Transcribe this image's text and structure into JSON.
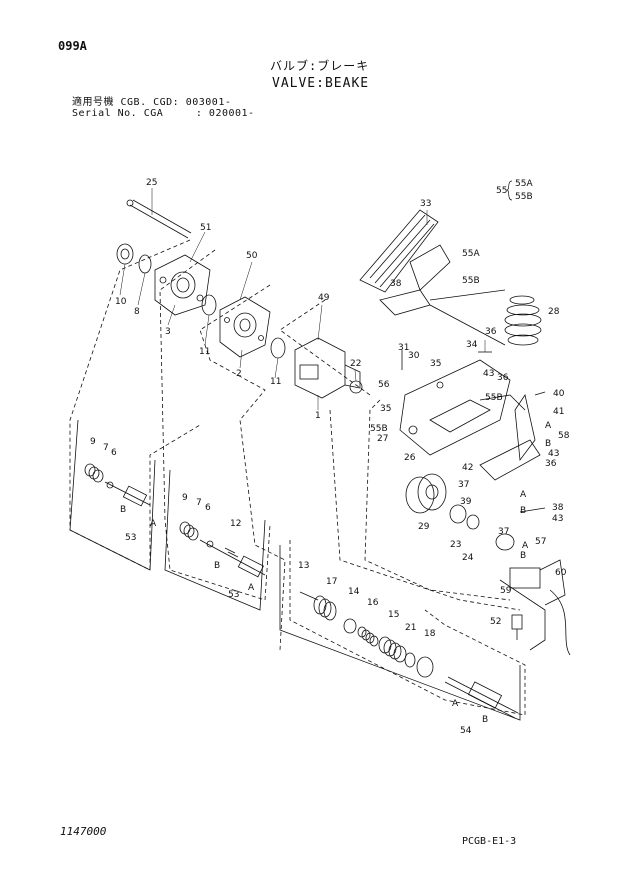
{
  "header": {
    "page_code": "099A",
    "title_jp": "バルブ:ブレーキ",
    "title_en": "VALVE:BEAKE",
    "serial_line1": "適用号機 CGB. CGD: 003001-",
    "serial_line2": "Serial No. CGA     : 020001-"
  },
  "footer": {
    "left_code": "1147000",
    "right_code": "PCGB-E1-3"
  },
  "legend": {
    "group": "55",
    "items": [
      "55A",
      "55B"
    ]
  },
  "callouts": {
    "n25": "25",
    "n51": "51",
    "n50": "50",
    "n49": "49",
    "n33": "33",
    "n10": "10",
    "n8": "8",
    "n3": "3",
    "n11a": "11",
    "n2": "2",
    "n11b": "11",
    "n1": "1",
    "n22": "22",
    "n56": "56",
    "n55A": "55A",
    "n55B_top": "55B",
    "n38": "38",
    "n28": "28",
    "n36a": "36",
    "n34": "34",
    "n31": "31",
    "n30": "30",
    "n35a": "35",
    "n43a": "43",
    "n36b": "36",
    "n55B_mid": "55B",
    "n40": "40",
    "n41": "41",
    "n55B_left": "55B",
    "n35b": "35",
    "n27": "27",
    "n26": "26",
    "n58": "58",
    "n43b": "43",
    "n36c": "36",
    "n42": "42",
    "n37a": "37",
    "n39": "39",
    "n37b": "37",
    "n29": "29",
    "n38b": "38",
    "n43c": "43",
    "n23": "23",
    "n24": "24",
    "n57": "57",
    "n60": "60",
    "n59": "59",
    "n52": "52",
    "n9a": "9",
    "n7a": "7",
    "n6a": "6",
    "n53a": "53",
    "n9b": "9",
    "n7b": "7",
    "n6b": "6",
    "n12": "12",
    "n53b": "53",
    "n13": "13",
    "n17": "17",
    "n14": "14",
    "n16": "16",
    "n15": "15",
    "n21": "21",
    "n18": "18",
    "n54": "54",
    "lA1": "A",
    "lB1": "B",
    "lA2": "A",
    "lB2": "B",
    "lA3": "A",
    "lB3": "B",
    "lA4": "A",
    "lB4": "B",
    "lA5": "A",
    "lB5": "B",
    "lA6": "A",
    "lB6": "B"
  }
}
